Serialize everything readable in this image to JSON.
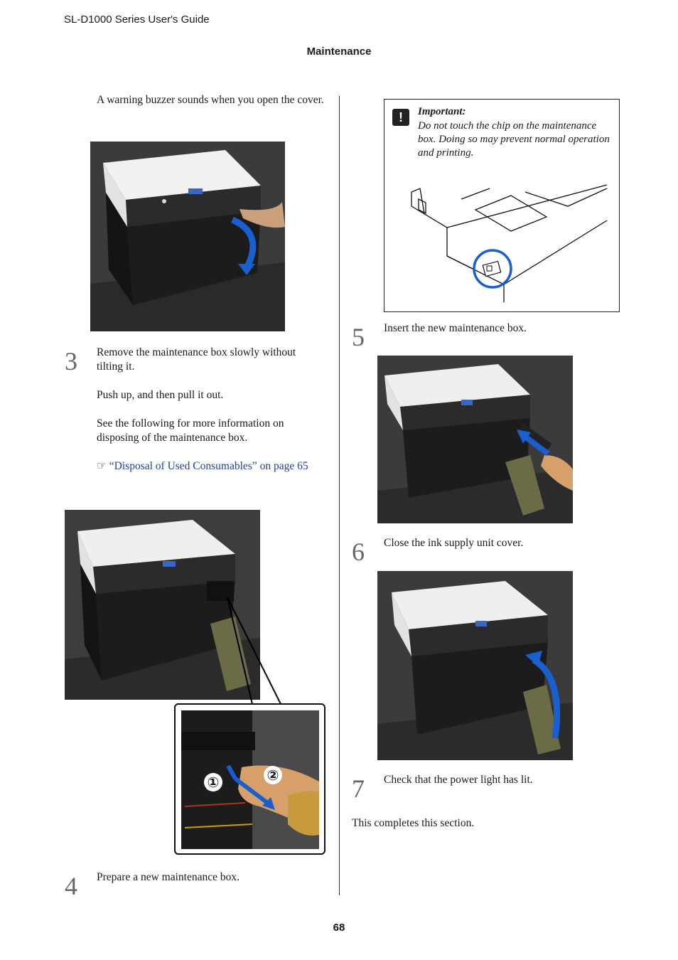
{
  "header": {
    "guide_title": "SL-D1000 Series User's Guide",
    "section_title": "Maintenance"
  },
  "left": {
    "intro_text": "A warning buzzer sounds when you open the cover.",
    "step3": {
      "number": "3",
      "text": "Remove the maintenance box slowly without tilting it.",
      "sub1": "Push up, and then pull it out.",
      "sub2": "See the following for more information on disposing of the maintenance box.",
      "link_text": "“Disposal of Used Consumables” on page 65",
      "callout_1": "①",
      "callout_2": "②"
    },
    "step4": {
      "number": "4",
      "text": "Prepare a new maintenance box."
    }
  },
  "right": {
    "important": {
      "icon": "!",
      "title": "Important:",
      "body": "Do not touch the chip on the maintenance box. Doing so may prevent normal operation and printing."
    },
    "step5": {
      "number": "5",
      "text": "Insert the new maintenance box."
    },
    "step6": {
      "number": "6",
      "text": "Close the ink supply unit cover."
    },
    "step7": {
      "number": "7",
      "text": "Check that the power light has lit."
    },
    "closing": "This completes this section."
  },
  "footer": {
    "page_number": "68"
  },
  "colors": {
    "link": "#1f3fa8",
    "arrow_blue": "#1a5fd0",
    "step_gray": "#666666"
  }
}
